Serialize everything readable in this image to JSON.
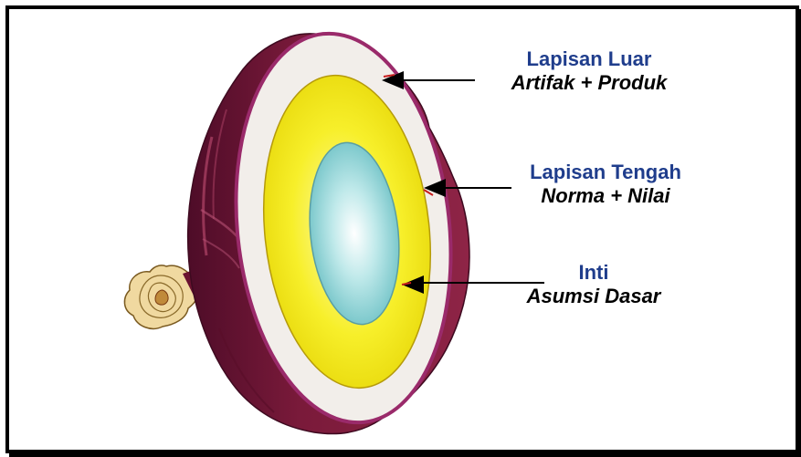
{
  "colors": {
    "frame": "#000000",
    "onion_skin": "#7a1a3a",
    "onion_skin_dark": "#5c1030",
    "outer_ring": "#f2eeea",
    "middle_layer": "#f7ef2a",
    "core": "#8fd6d8",
    "label_title": "#1f3d8c",
    "label_sub": "#000000",
    "root": "#e8c98a"
  },
  "labels": {
    "outer": {
      "title": "Lapisan Luar",
      "subtitle": "Artifak + Produk"
    },
    "middle": {
      "title": "Lapisan Tengah",
      "subtitle": "Norma + Nilai"
    },
    "core": {
      "title": "Inti",
      "subtitle": "Asumsi Dasar"
    }
  },
  "icons": {
    "onion": "onion-cross-section-icon",
    "root": "onion-root-icon",
    "arrow": "arrow-left-icon"
  }
}
